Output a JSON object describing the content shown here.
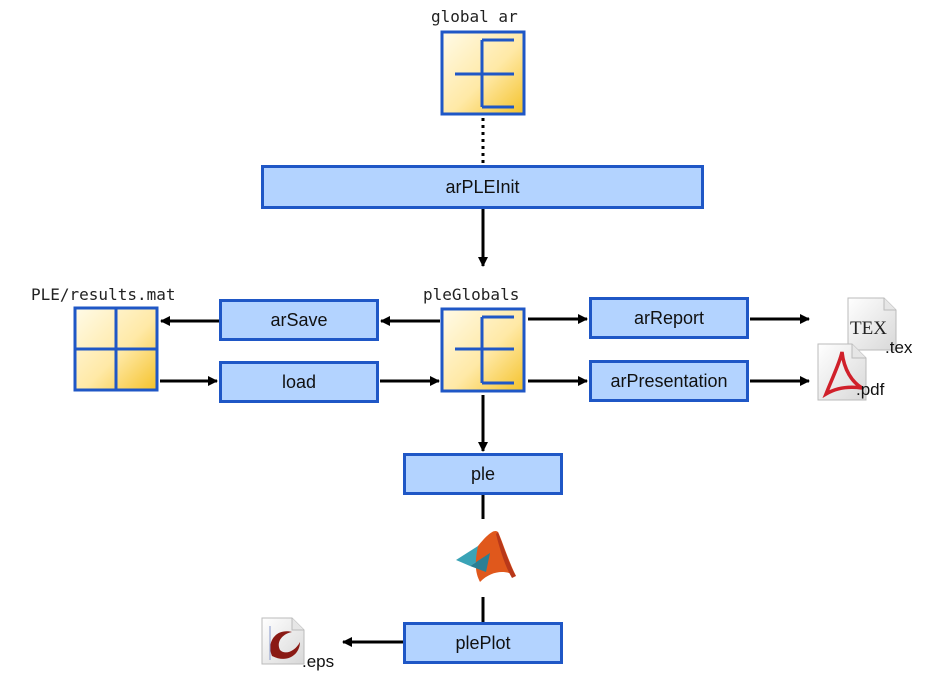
{
  "global_label": "global ar",
  "results_label": "PLE/results.mat",
  "globals_label": "pleGlobals",
  "nodes": {
    "init": "arPLEInit",
    "save": "arSave",
    "load": "load",
    "report": "arReport",
    "presentation": "arPresentation",
    "ple": "ple",
    "plot": "plePlot"
  },
  "outputs": {
    "tex_logo": "TEX",
    "tex": ".tex",
    "pdf": ".pdf",
    "eps": ".eps"
  },
  "colors": {
    "box_fill": "#b3d3ff",
    "box_border": "#1f57c6",
    "icon_gradient_light": "#fffbe8",
    "icon_gradient_dark": "#f7c831"
  }
}
